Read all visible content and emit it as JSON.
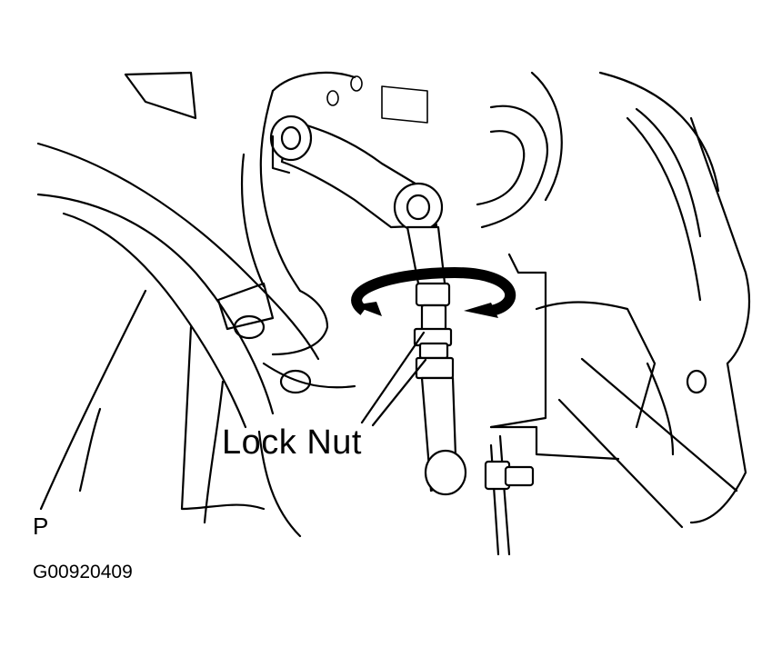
{
  "figure": {
    "callout_label": "Lock Nut",
    "view_letter": "P",
    "figure_code": "G00920409"
  },
  "colors": {
    "ink": "#000000",
    "background": "#ffffff"
  },
  "icons": {
    "rotation_arrow": "circular-arrow-icon",
    "leader_lines": "leader-line-icon"
  }
}
